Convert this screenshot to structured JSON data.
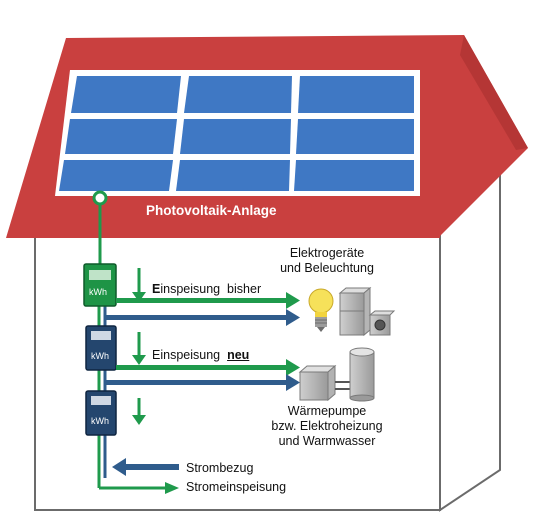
{
  "roof": {
    "title": "Photovoltaik-Anlage"
  },
  "meters": {
    "unit": "kWh"
  },
  "labels": {
    "einspeisung_bisher": {
      "prefix": "E",
      "rest": "inspeisung  bisher"
    },
    "einspeisung_neu": {
      "text": "Einspeisung  ",
      "emph": "neu"
    },
    "elektro_line1": "Elektrogeräte",
    "elektro_line2": "und Beleuchtung",
    "waerme_line1": "Wärmepumpe",
    "waerme_line2": "bzw. Elektroheizung",
    "waerme_line3": "und Warmwasser",
    "strombezug": "Strombezug",
    "stromeinspeisung": "Stromeinspeisung"
  },
  "colors": {
    "roof": "#c9403f",
    "panel": "#3f78c4",
    "panel_frame": "#ffffff",
    "green": "#1f9a4c",
    "blue": "#2f5c8c",
    "meter_dark": "#24466e",
    "meter_green": "#1e9446"
  },
  "icons": [
    "light-bulb-icon",
    "appliance-icon",
    "heat-pump-icon",
    "water-tank-icon"
  ]
}
